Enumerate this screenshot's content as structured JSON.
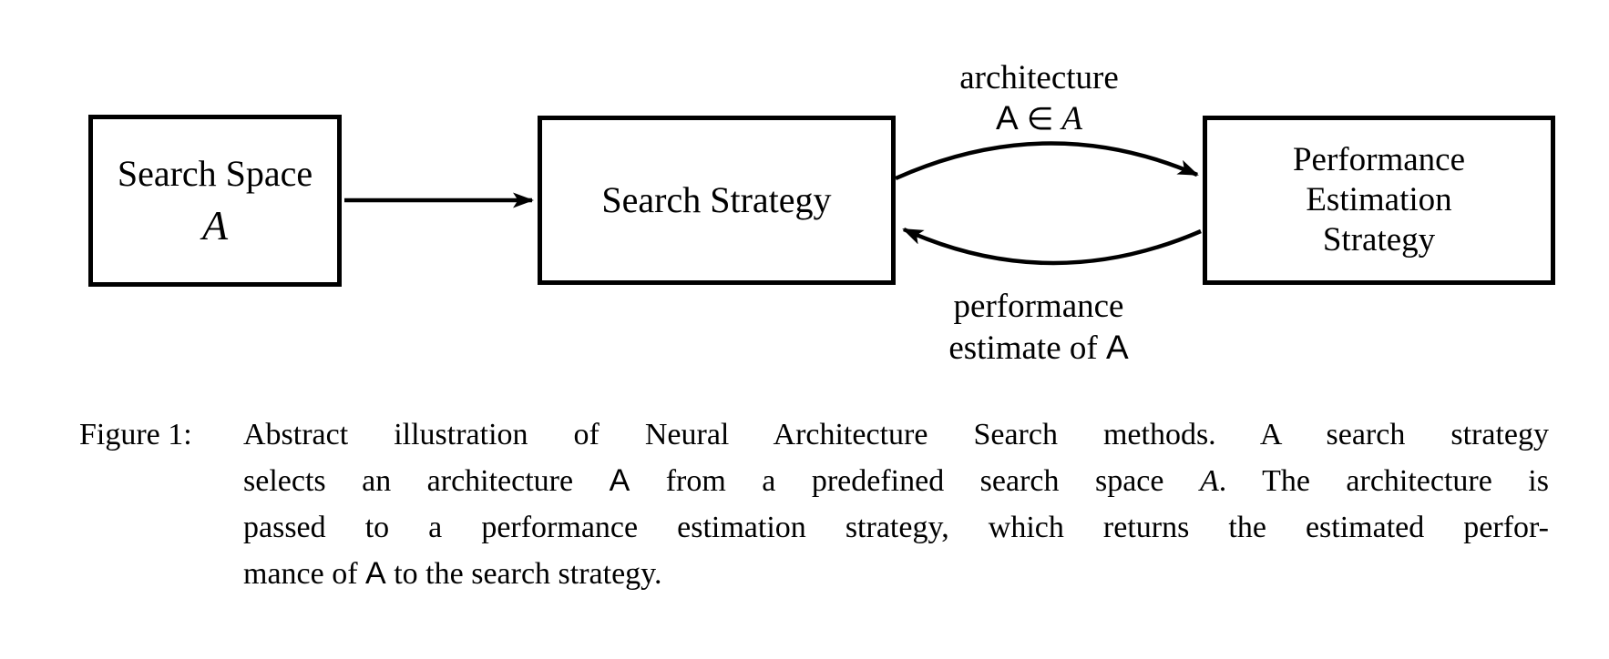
{
  "colors": {
    "ink": "#000000",
    "paper": "#ffffff"
  },
  "figure": {
    "boxes": {
      "search_space": {
        "title": "Search Space",
        "script_A_symbol": "A"
      },
      "search_strategy": {
        "title": "Search Strategy"
      },
      "performance_estimation": {
        "line1": "Performance",
        "line2": "Estimation",
        "line3": "Strategy"
      }
    },
    "edges": {
      "architecture_label": "architecture",
      "arch_sans_A": "A",
      "arch_element_of": "∈",
      "arch_script_A": "A",
      "performance_label": "performance",
      "estimate_prefix": "estimate of ",
      "estimate_sans_A": "A"
    }
  },
  "caption": {
    "label": "Figure 1:",
    "lines": [
      {
        "segments": [
          {
            "t": "Abstract illustration of Neural Architecture Search methods.  A search strategy",
            "s": "rm"
          }
        ]
      },
      {
        "segments": [
          {
            "t": "selects an architecture ",
            "s": "rm"
          },
          {
            "t": "A",
            "s": "sf"
          },
          {
            "t": " from a predefined search space ",
            "s": "rm"
          },
          {
            "t": "A",
            "s": "cal"
          },
          {
            "t": ". The architecture is",
            "s": "rm"
          }
        ]
      },
      {
        "segments": [
          {
            "t": "passed to a performance estimation strategy, which returns the estimated perfor-",
            "s": "rm"
          }
        ]
      },
      {
        "segments": [
          {
            "t": "mance of ",
            "s": "rm"
          },
          {
            "t": "A",
            "s": "sf"
          },
          {
            "t": " to the search strategy.",
            "s": "rm"
          }
        ]
      }
    ]
  }
}
